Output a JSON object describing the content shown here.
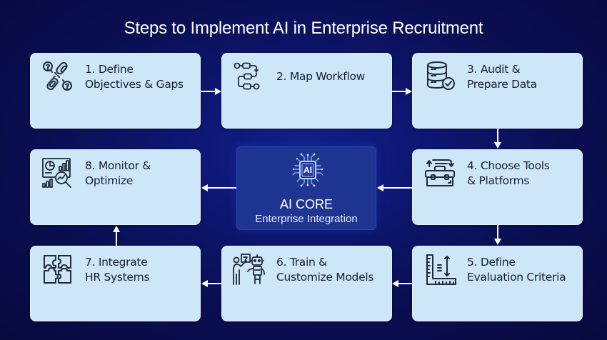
{
  "title": "Steps to Implement AI in Enterprise Recruitment",
  "colors": {
    "background": "#0a0f52",
    "card_fill": "#cde6f8",
    "card_text": "#17202e",
    "core_fill": "#1f3592",
    "arrow": "#ffffff",
    "chip_glow": "#7fd8ff"
  },
  "steps": [
    {
      "number": 1,
      "line1": "1. Define",
      "line2": "Objectives & Gaps",
      "icon": "broken-link-question-icon"
    },
    {
      "number": 2,
      "line1": "2. Map Workflow",
      "line2": "",
      "icon": "workflow-icon"
    },
    {
      "number": 3,
      "line1": "3. Audit &",
      "line2": "Prepare Data",
      "icon": "database-check-icon"
    },
    {
      "number": 4,
      "line1": "4. Choose Tools",
      "line2": "& Platforms",
      "icon": "toolbox-icon"
    },
    {
      "number": 5,
      "line1": "5. Define",
      "line2": "Evaluation Criteria",
      "icon": "ruler-measure-icon"
    },
    {
      "number": 6,
      "line1": "6. Train &",
      "line2": "Customize Models",
      "icon": "person-teaching-robot-icon"
    },
    {
      "number": 7,
      "line1": "7. Integrate",
      "line2": "HR Systems",
      "icon": "puzzle-icon"
    },
    {
      "number": 8,
      "line1": "8. Monitor &",
      "line2": "Optimize",
      "icon": "analytics-magnifier-icon"
    }
  ],
  "core": {
    "chip_label": "AI",
    "title": "AI CORE",
    "subtitle": "Enterprise Integration"
  },
  "flow": [
    "1→2",
    "2→3",
    "3→4",
    "4→5",
    "5→6",
    "6→7",
    "7→8",
    "4→core",
    "core→8"
  ]
}
